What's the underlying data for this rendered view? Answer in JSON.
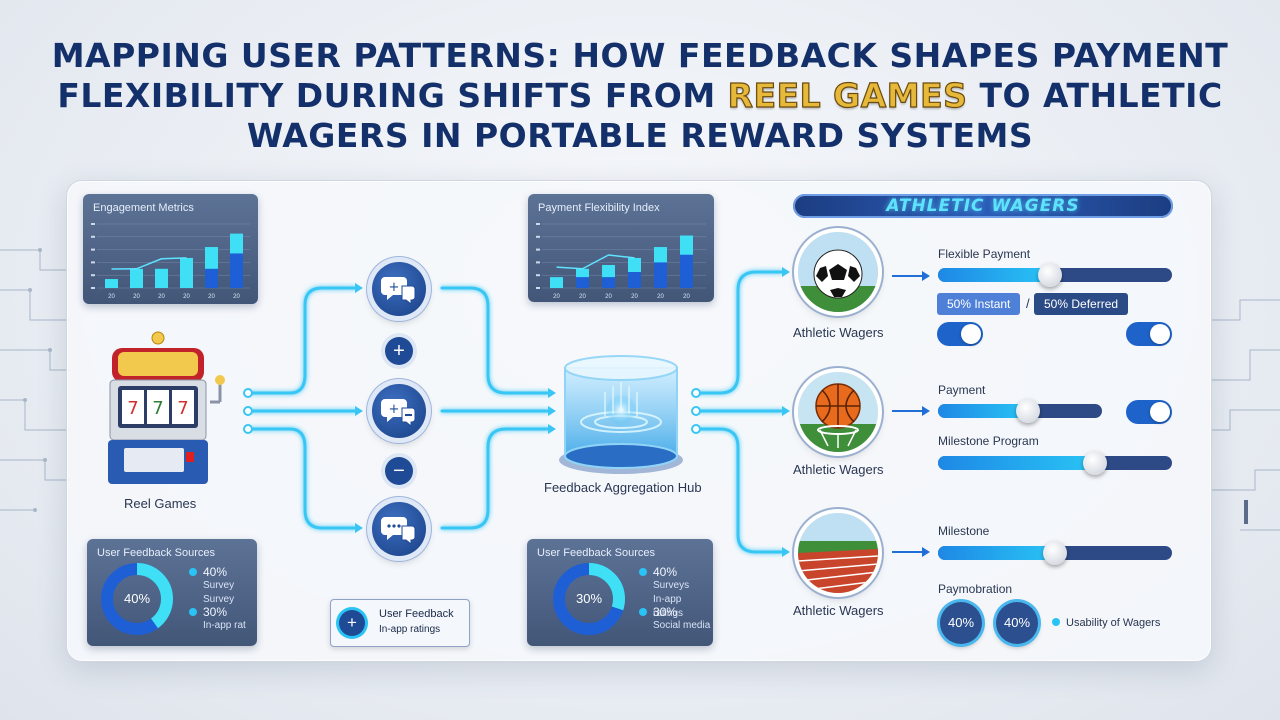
{
  "title": {
    "line1": "MAPPING USER PATTERNS: HOW FEEDBACK SHAPES PAYMENT",
    "line2_pre": "FLEXIBILITY DURING SHIFTS FROM ",
    "line2_hl": "REEL GAMES",
    "line2_post": " TO ATHLETIC",
    "line3": "WAGERS IN PORTABLE REWARD SYSTEMS"
  },
  "engagement": {
    "title": "Engagement Metrics",
    "bar_labels": [
      "20",
      "20",
      "20",
      "20",
      "20",
      "20"
    ],
    "colors": {
      "light": "#3fe0f5",
      "dark": "#1f5fd6"
    },
    "chart_data": {
      "type": "bar",
      "categories": [
        "20",
        "20",
        "20",
        "20",
        "20",
        "20"
      ],
      "series": [
        {
          "values": [
            0.14,
            0.3,
            0.3,
            0.47,
            0.64,
            0.85
          ]
        },
        {
          "values": [
            0.0,
            0.0,
            0.0,
            0.0,
            0.3,
            0.54
          ]
        }
      ]
    }
  },
  "payment_index": {
    "title": "Payment Flexibility Index",
    "bar_labels": [
      "20",
      "20",
      "20",
      "20",
      "20",
      "20"
    ],
    "chart_data": {
      "type": "bar",
      "categories": [
        "20",
        "20",
        "20",
        "20",
        "20",
        "20"
      ],
      "series": [
        {
          "values": [
            0.17,
            0.3,
            0.36,
            0.47,
            0.64,
            0.82
          ]
        },
        {
          "values": [
            0.0,
            0.17,
            0.17,
            0.25,
            0.4,
            0.52
          ]
        }
      ]
    }
  },
  "source": {
    "label": "Reel Games"
  },
  "hub": {
    "label": "Feedback Aggregation Hub"
  },
  "operators": {
    "plus": "+",
    "minus": "−"
  },
  "feedback_left": {
    "title": "User Feedback Sources",
    "center": "40%",
    "value": 0.4,
    "items": [
      {
        "pct": "40%",
        "text1": "Survey",
        "text2": "Survey"
      },
      {
        "pct": "30%",
        "text1": "In-app rat",
        "text2": ""
      }
    ]
  },
  "feedback_mid": {
    "title": "User Feedback Sources",
    "center": "30%",
    "value": 0.3,
    "items": [
      {
        "pct": "40%",
        "text1": "Surveys",
        "text2": "In-app ratings"
      },
      {
        "pct": "30%",
        "text1": "Social media",
        "text2": ""
      }
    ]
  },
  "user_feedback_box": {
    "line1": "User Feedback",
    "line2": "In-app ratings",
    "icon": "plus"
  },
  "athletic": {
    "banner": "ATHLETIC WAGERS",
    "rows": [
      {
        "label": "Athletic Wagers",
        "icon": "soccer-ball"
      },
      {
        "label": "Athletic Wagers",
        "icon": "basketball"
      },
      {
        "label": "Athletic Wagers",
        "icon": "running-track"
      }
    ]
  },
  "controls": {
    "flexible_payment": {
      "label": "Flexible Payment",
      "value": 0.48
    },
    "chip_instant": "50% Instant",
    "chip_sep": "/",
    "chip_deferred": "50% Deferred",
    "payment": {
      "label": "Payment",
      "value": 0.55
    },
    "milestone_program": {
      "label": "Milestone Program",
      "value": 0.67
    },
    "milestone": {
      "label": "Milestone",
      "value": 0.5
    },
    "pay_ob": {
      "label": "Paymobration"
    },
    "badge1": "40%",
    "badge2": "40%",
    "legend": "Usability of Wagers"
  }
}
